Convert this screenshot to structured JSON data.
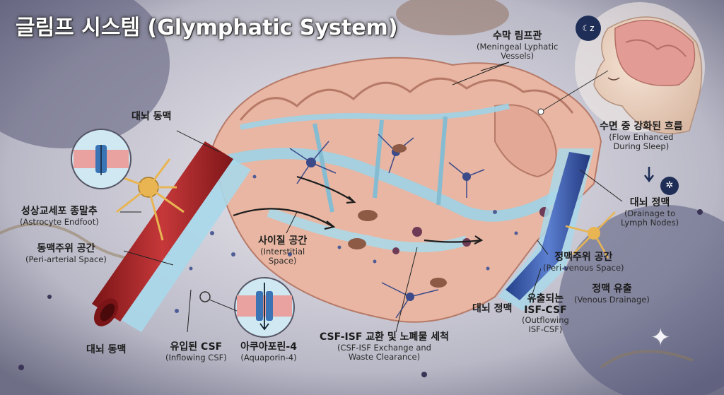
{
  "title": "글림프 시스템 (Glymphatic System)",
  "labels": {
    "meningeal_lymph_ko": "수막 림프관",
    "meningeal_lymph_en1": "(Meningeal Lyphatic",
    "meningeal_lymph_en2": "Vessels)",
    "cerebral_artery_top": "대뇌 동맥",
    "flow_sleep_ko": "수면 중 강화된 흐름",
    "flow_sleep_en1": "(Flow Enhanced",
    "flow_sleep_en2": "During Sleep)",
    "astrocyte_ko": "성상교세포 종말추",
    "astrocyte_en": "(Astrocyte Endfoot)",
    "periarterial_ko": "동맥주위 공간",
    "periarterial_en": "(Peri-arterial Space)",
    "interstitial_ko": "사이질 공간",
    "interstitial_en1": "(Interstitial",
    "interstitial_en2": "Space)",
    "drainage_ko": "대뇌 정맥",
    "drainage_en1": "(Drainage to",
    "drainage_en2": "Lymph Nodes)",
    "perivenous_ko": "정맥주위 공간",
    "perivenous_en": "(Peri-venous Space)",
    "venous_drain_ko": "정맥 유출",
    "venous_drain_en": "(Venous Drainage)",
    "cerebral_vein_bottom": "대뇌 정맥",
    "outflow_ko1": "유출되는",
    "outflow_ko2": "ISF-CSF",
    "outflow_en1": "(Outflowing",
    "outflow_en2": "ISF-CSF)",
    "exchange_ko": "CSF-ISF 교환 및 노폐물 세척",
    "exchange_en1": "(CSF-ISF Exchange and",
    "exchange_en2": "Waste Clearance)",
    "inflow_ko": "유입된 CSF",
    "inflow_en": "(Inflowing CSF)",
    "aquaporin_ko": "아쿠아포린-4",
    "aquaporin_en": "(Aquaporin-4)",
    "cerebral_artery_bottom": "대뇌 동맥"
  },
  "icons": {
    "sleep": "moon-zz-icon",
    "lymph": "lymph-node-icon",
    "arrow": "down-arrow-icon",
    "sparkle": "sparkle-icon"
  },
  "colors": {
    "artery": "#a8272a",
    "vein": "#3d5fb0",
    "csf": "#9ed2e6",
    "brain": "#e7b3a0",
    "astrocyte": "#e8b552"
  }
}
